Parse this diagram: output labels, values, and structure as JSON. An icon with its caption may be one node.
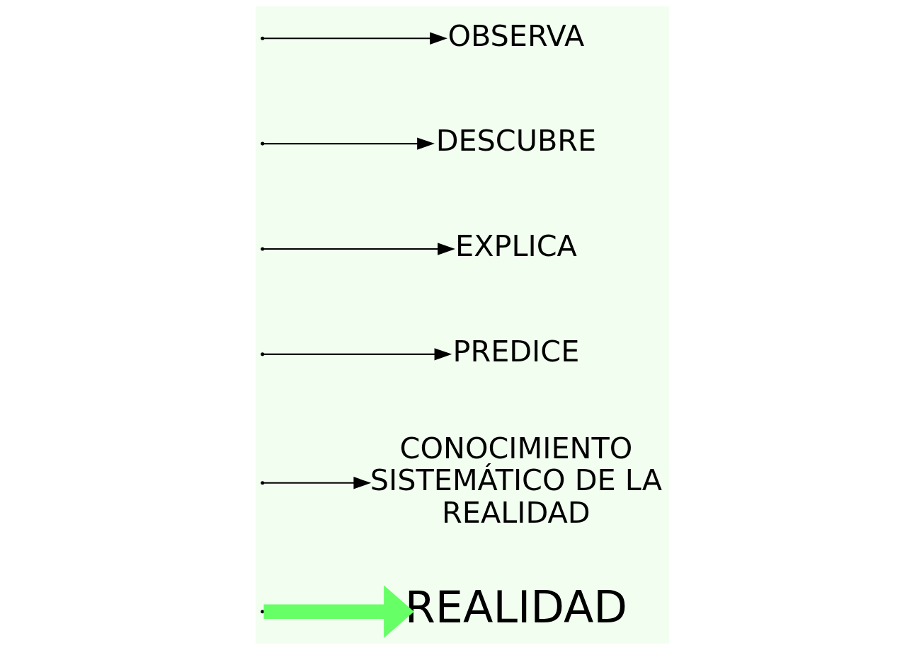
{
  "diagram": {
    "nodes": [
      {
        "text": [
          "OBSERVA"
        ]
      },
      {
        "text": [
          "DESCUBRE"
        ]
      },
      {
        "text": [
          "EXPLICA"
        ]
      },
      {
        "text": [
          "PREDICE"
        ]
      },
      {
        "text": [
          "CONOCIMIENTO SISTEMÁTICO DE LA REALIDAD"
        ]
      },
      {
        "text": [
          "REALIDAD"
        ]
      }
    ],
    "edges": [
      {
        "from": null,
        "to": 0,
        "arrow": "to"
      },
      {
        "from": null,
        "to": 1,
        "arrow": "to"
      },
      {
        "from": null,
        "to": 2,
        "arrow": "to"
      },
      {
        "from": null,
        "to": 3,
        "arrow": "to"
      },
      {
        "from": null,
        "to": 4,
        "arrow": "to"
      },
      {
        "from": null,
        "to": 5,
        "arrow": "to",
        "style": "thick",
        "color": "#66ff66"
      }
    ]
  }
}
